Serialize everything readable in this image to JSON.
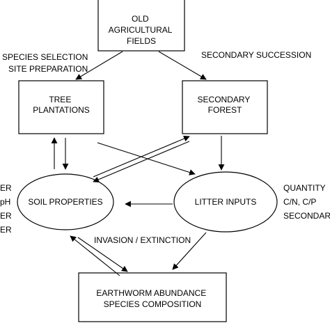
{
  "nodes": {
    "old_fields": [
      "OLD",
      "AGRICULTURAL",
      "FIELDS"
    ],
    "tree_plantations": [
      "TREE",
      "PLANTATIONS"
    ],
    "secondary_forest": [
      "SECONDARY",
      "FOREST"
    ],
    "soil_properties": [
      "SOIL PROPERTIES"
    ],
    "litter_inputs": [
      "LITTER INPUTS"
    ],
    "earthworm": [
      "EARTHWORM ABUNDANCE",
      "SPECIES COMPOSITION"
    ]
  },
  "labels": {
    "species_selection": "SPECIES SELECTION",
    "site_preparation": "SITE PREPARATION",
    "secondary_succession": "SECONDARY SUCCESSION",
    "invasion_extinction": "INVASION / EXTINCTION"
  },
  "right_list": [
    "QUANTITY",
    "C/N, C/P",
    "SECONDARY"
  ],
  "left_list": [
    "ER",
    "pH",
    "ER",
    "ER"
  ]
}
